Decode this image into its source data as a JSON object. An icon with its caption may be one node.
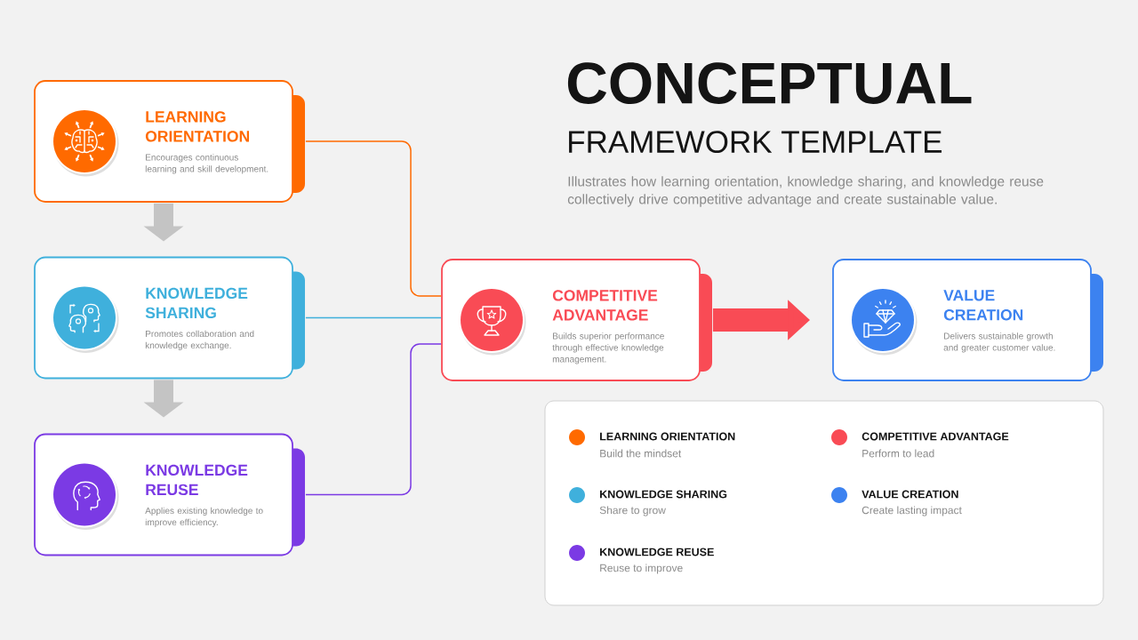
{
  "diagram": {
    "title": "CONCEPTUAL",
    "nodes": [
      {
        "text": [
          "LEARNING ORIENTATION",
          "Encourages continuous learning and skill development."
        ]
      },
      {
        "text": [
          "KNOWLEDGE SHARING",
          "Promotes collaboration and knowledge exchange."
        ]
      },
      {
        "text": [
          "KNOWLEDGE REUSE",
          "Applies existing knowledge to improve efficiency."
        ]
      },
      {
        "text": [
          "COMPETITIVE ADVANTAGE",
          "Builds superior performance through effective knowledge management."
        ]
      },
      {
        "text": [
          "VALUE CREATION",
          "Delivers sustainable growth and greater customer value."
        ]
      }
    ],
    "edges": [
      {
        "from": 0,
        "to": 1,
        "arrow": "to",
        "style": "thick",
        "color": "#c4c4c4"
      },
      {
        "from": 1,
        "to": 2,
        "arrow": "to",
        "style": "thick",
        "color": "#c4c4c4"
      },
      {
        "from": 0,
        "to": 3,
        "arrow": "none",
        "color": "#ff6a00"
      },
      {
        "from": 1,
        "to": 3,
        "arrow": "none",
        "color": "#3fb0dc"
      },
      {
        "from": 2,
        "to": 3,
        "arrow": "none",
        "color": "#7b3ae4"
      },
      {
        "from": 3,
        "to": 4,
        "arrow": "to",
        "style": "thick",
        "color": "#f94b55"
      }
    ],
    "labels": [
      "FRAMEWORK TEMPLATE",
      "Illustrates how learning orientation, knowledge sharing, and knowledge reuse collectively drive competitive advantage and create sustainable value.",
      "Build the mindset",
      "Perform to lead",
      "Share to grow",
      "Create lasting impact",
      "Reuse to improve"
    ],
    "legend": [
      {
        "text": "LEARNING ORIENTATION",
        "color": "#ff6a00"
      },
      {
        "text": "COMPETITIVE ADVANTAGE",
        "color": "#f94b55"
      },
      {
        "text": "KNOWLEDGE SHARING",
        "color": "#3fb0dc"
      },
      {
        "text": "VALUE CREATION",
        "color": "#3c82f0"
      },
      {
        "text": "KNOWLEDGE REUSE",
        "color": "#7b3ae4"
      }
    ]
  }
}
